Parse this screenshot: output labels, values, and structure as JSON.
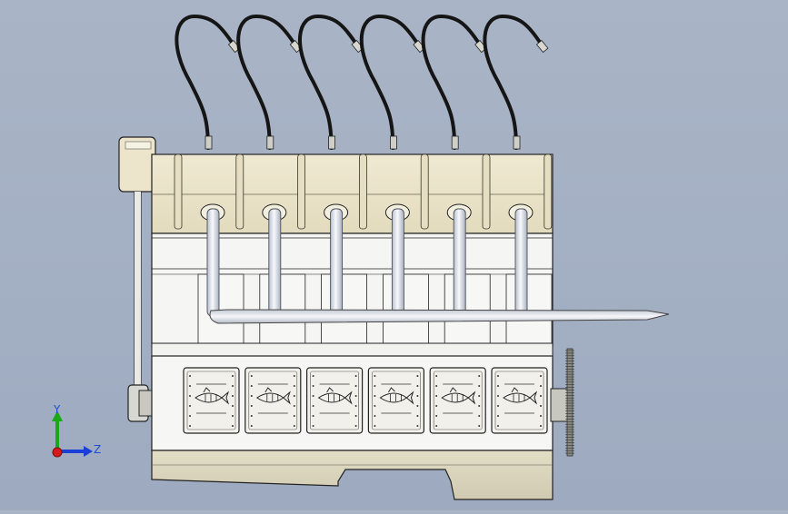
{
  "viewport": {
    "background_top": "#a9b4c6",
    "background_bottom": "#9eaabf"
  },
  "model": {
    "cylinder_count": 6,
    "colors": {
      "head": "#ece5cc",
      "head_shadow": "#d9cfae",
      "block": "#f4f4f2",
      "block_line": "#1c1c1c",
      "oil_pan": "#dad6bb",
      "hose": "#151515",
      "pipe": "#dfe4ee",
      "plate": "#f1f0ea",
      "flywheel": "#7a7a72"
    },
    "cover_plate_icon": "shark-fish-icon"
  },
  "triad": {
    "y_label": "Y",
    "z_label": "Z",
    "y_color": "#18a818",
    "z_color": "#1a3fd8",
    "x_color": "#d41a1a"
  }
}
